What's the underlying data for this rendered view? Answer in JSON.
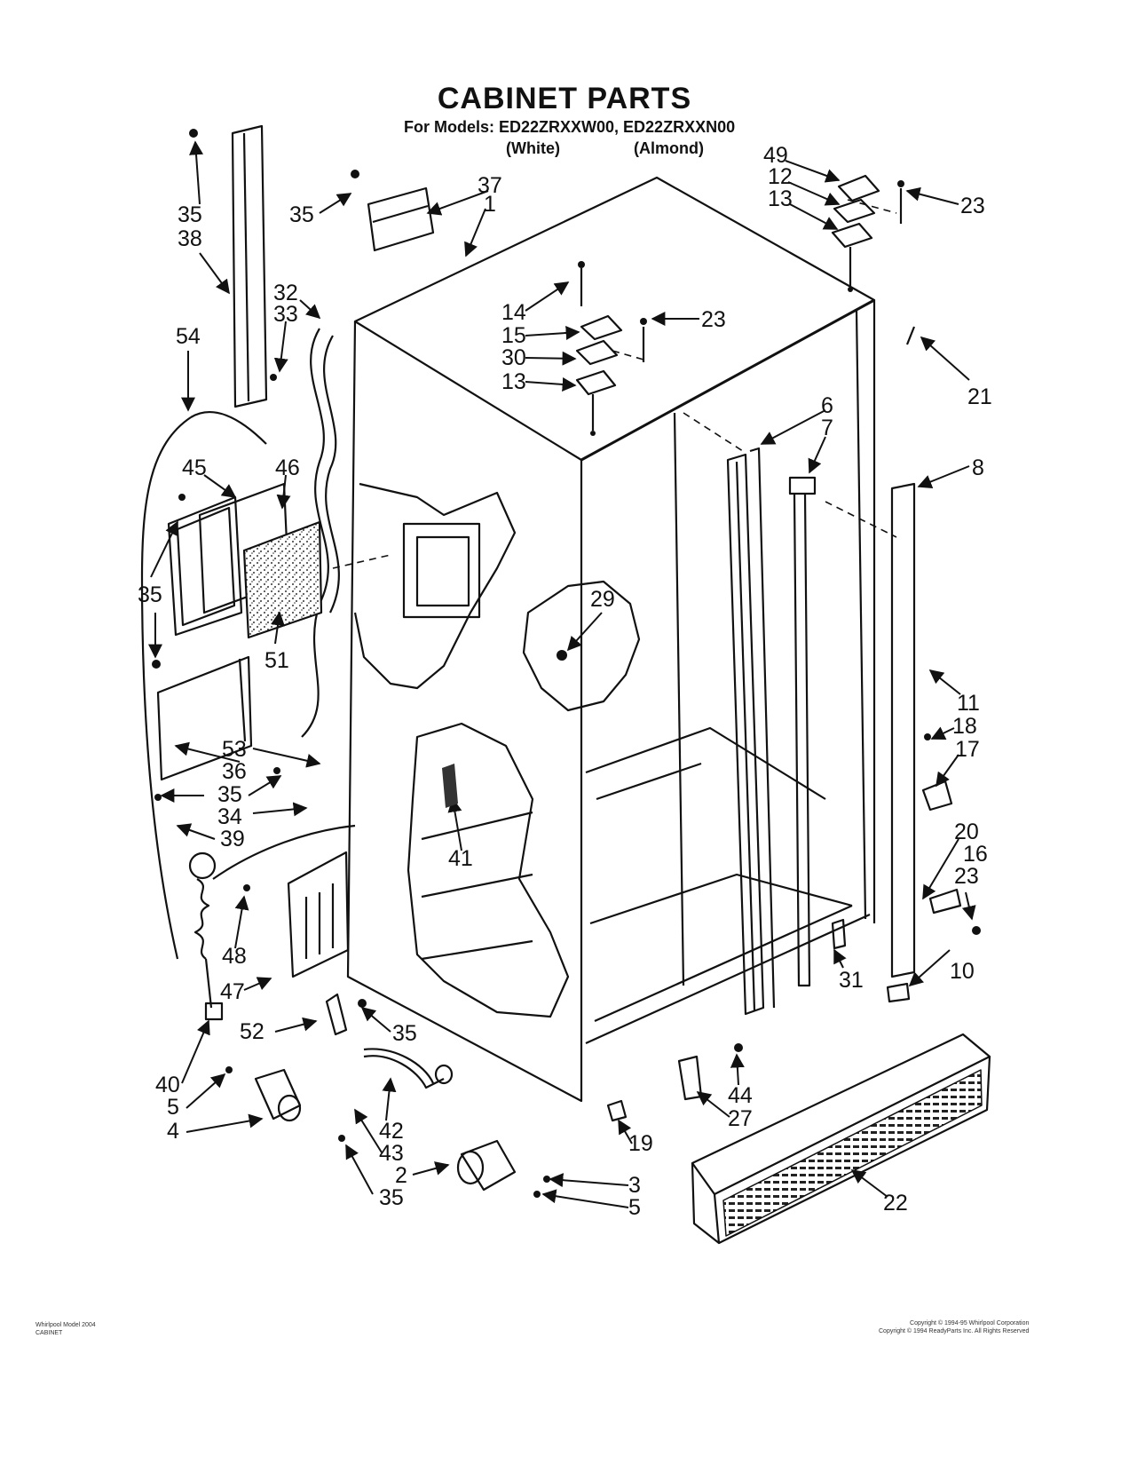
{
  "title": "CABINET PARTS",
  "models_line": "For Models: ED22ZRXXW00, ED22ZRXXN00",
  "color_white": "(White)",
  "color_almond": "(Almond)",
  "footer_left": [
    "Whirlpool Model 2004",
    "CABINET"
  ],
  "footer_right": [
    "Copyright © 1994-95 Whirlpool Corporation",
    "Copyright © 1994 ReadyParts Inc. All Rights Reserved"
  ],
  "part_labels": {
    "p35a": "35",
    "p38": "38",
    "p35b": "35",
    "p37": "37",
    "p1": "1",
    "p32": "32",
    "p33": "33",
    "p54": "54",
    "p45": "45",
    "p46": "46",
    "p35c": "35",
    "p51": "51",
    "p53": "53",
    "p36": "36",
    "p35d": "35",
    "p34": "34",
    "p39": "39",
    "p41": "41",
    "p48": "48",
    "p47": "47",
    "p52": "52",
    "p35e": "35",
    "p40": "40",
    "p5a": "5",
    "p4": "4",
    "p42": "42",
    "p43": "43",
    "p35f": "35",
    "p2": "2",
    "p3": "3",
    "p5b": "5",
    "p19": "19",
    "p44": "44",
    "p27": "27",
    "p22": "22",
    "p14": "14",
    "p15": "15",
    "p30": "30",
    "p13a": "13",
    "p23a": "23",
    "p29": "29",
    "p6": "6",
    "p7": "7",
    "p8": "8",
    "p49": "49",
    "p12": "12",
    "p13b": "13",
    "p23b": "23",
    "p21": "21",
    "p11": "11",
    "p18": "18",
    "p17": "17",
    "p20": "20",
    "p16": "16",
    "p23c": "23",
    "p31": "31",
    "p10": "10"
  }
}
